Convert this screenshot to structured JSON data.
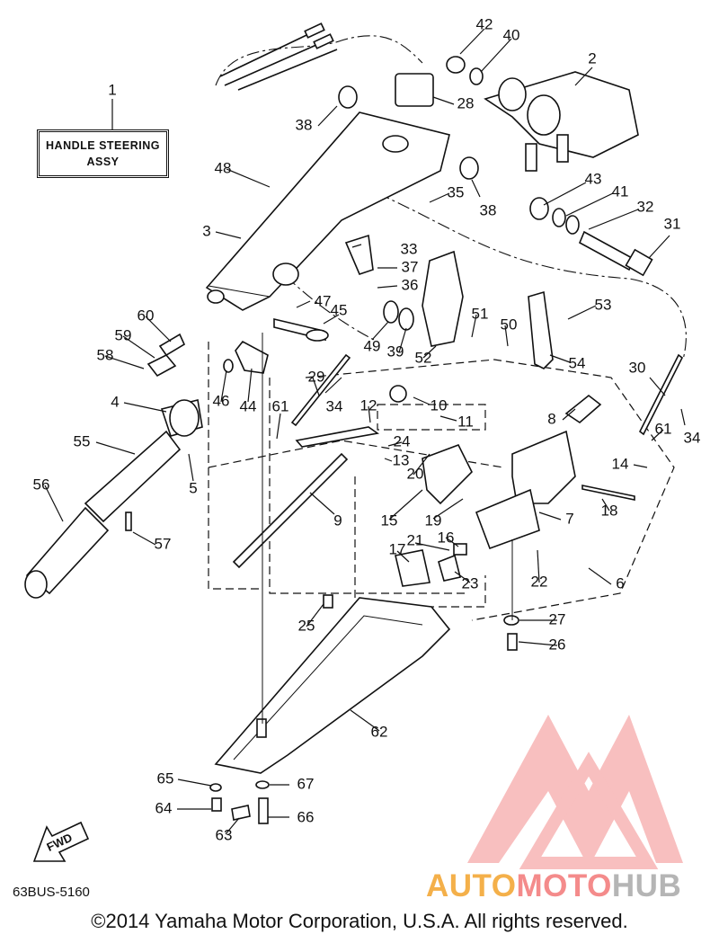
{
  "title": {
    "line1": "HANDLE STEERING",
    "line2": "ASSY"
  },
  "diagram_code": "63BUS-5160",
  "copyright": "©2014 Yamaha Motor Corporation, U.S.A. All rights reserved.",
  "fwd_label": "FWD",
  "watermark": {
    "part1": "AUTO",
    "part2": "MOTO",
    "part3": "HUB",
    "colors": [
      "#f4b04a",
      "#f48b8b",
      "#b5b5b5"
    ]
  },
  "callouts": [
    "1",
    "2",
    "3",
    "4",
    "5",
    "6",
    "7",
    "8",
    "9",
    "10",
    "11",
    "12",
    "13",
    "14",
    "15",
    "16",
    "17",
    "18",
    "19",
    "20",
    "21",
    "22",
    "23",
    "24",
    "25",
    "26",
    "27",
    "28",
    "29",
    "30",
    "31",
    "32",
    "33",
    "34",
    "34",
    "35",
    "36",
    "37",
    "38",
    "38",
    "39",
    "40",
    "41",
    "42",
    "43",
    "44",
    "45",
    "46",
    "47",
    "48",
    "49",
    "50",
    "51",
    "52",
    "53",
    "54",
    "55",
    "56",
    "57",
    "58",
    "59",
    "60",
    "61",
    "61",
    "62",
    "63",
    "64",
    "65",
    "66",
    "67"
  ]
}
